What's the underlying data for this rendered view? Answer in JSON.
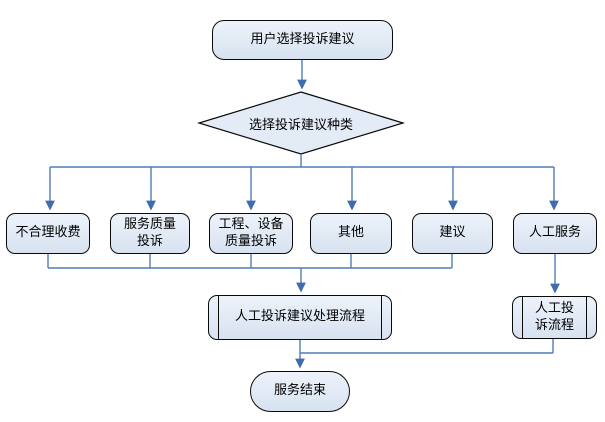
{
  "flowchart": {
    "start": {
      "label": "用户选择投诉建议"
    },
    "decision": {
      "label": "选择投诉建议种类"
    },
    "branches": [
      {
        "label": "不合理收费"
      },
      {
        "label": "服务质量\n投诉"
      },
      {
        "label": "工程、设备\n质量投诉"
      },
      {
        "label": "其他"
      },
      {
        "label": "建议"
      },
      {
        "label": "人工服务"
      }
    ],
    "process_main": {
      "label": "人工投诉建议处理流程"
    },
    "process_manual": {
      "label": "人工投\n诉流程"
    },
    "end": {
      "label": "服务结束"
    }
  },
  "colors": {
    "connector": "#4f7db8",
    "connector-dark": "#3e6cae",
    "node-fill": "#e3ebf6",
    "node-border": "#0a0a0a",
    "canvas-bg": "#ffffff"
  }
}
